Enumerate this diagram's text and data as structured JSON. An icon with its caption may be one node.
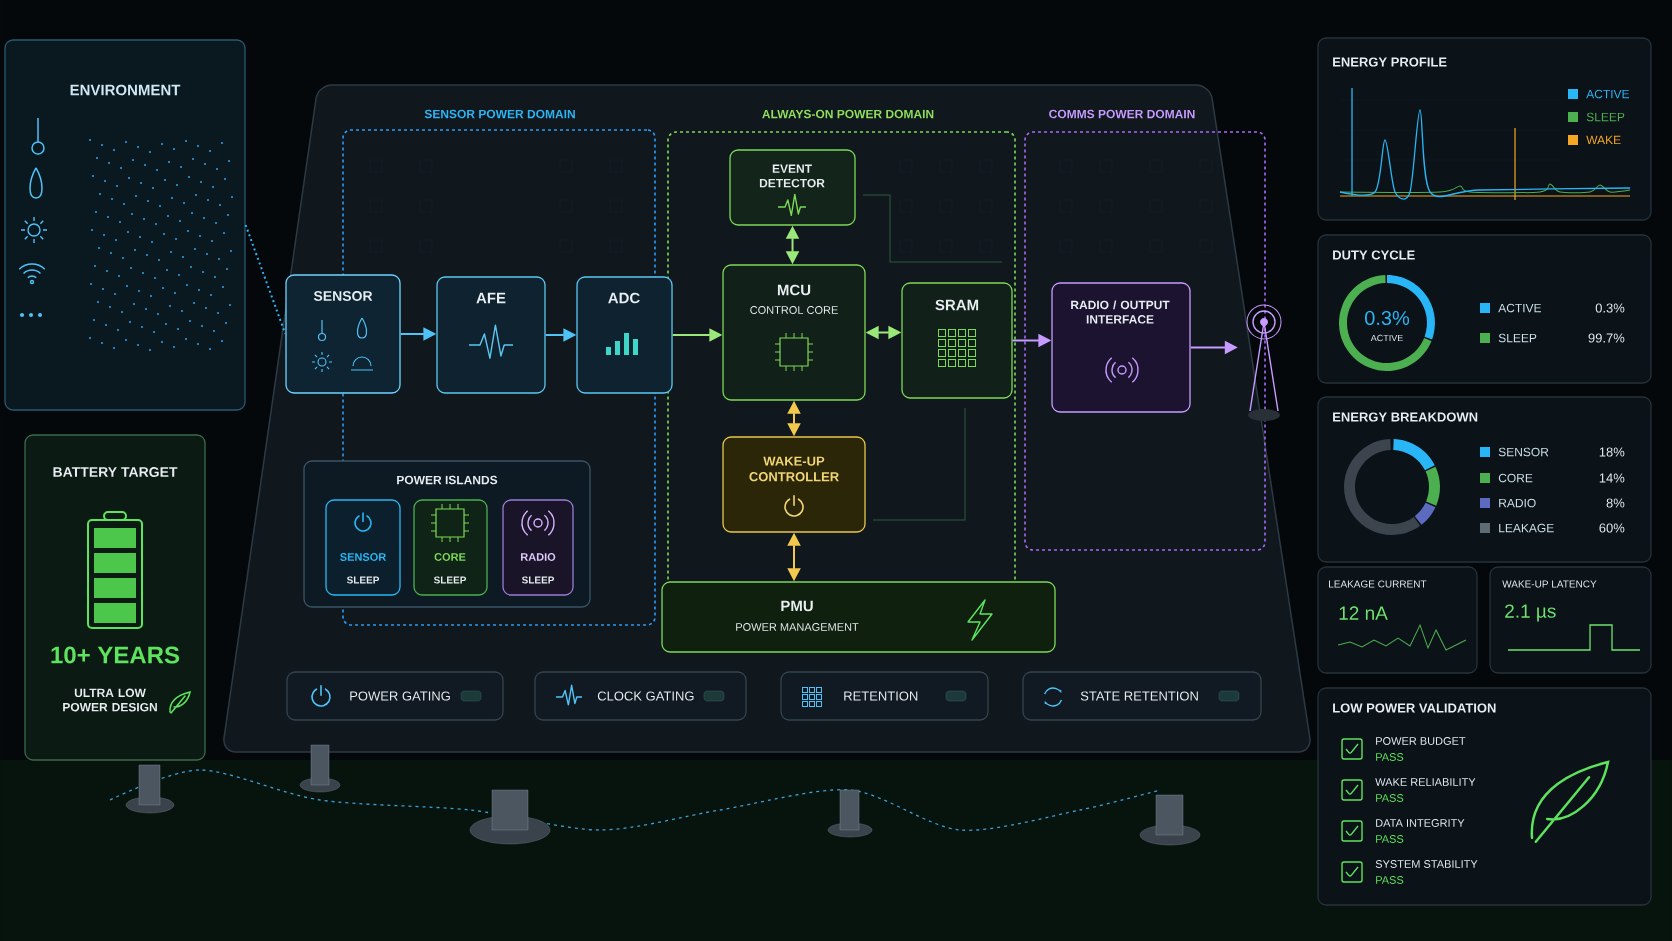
{
  "diagram": {
    "nodes": [
      {
        "text": [
          "ENVIRONMENT"
        ]
      },
      {
        "text": [
          "SENSOR POWER DOMAIN"
        ]
      },
      {
        "text": [
          "ALWAYS-ON POWER DOMAIN"
        ]
      },
      {
        "text": [
          "COMMS POWER DOMAIN"
        ]
      },
      {
        "text": [
          "SENSOR"
        ]
      },
      {
        "text": [
          "AFE"
        ],
        "in": 1
      },
      {
        "text": [
          "ADC"
        ],
        "in": 1
      },
      {
        "text": [
          "POWER ISLANDS"
        ],
        "in": 1
      },
      {
        "text": [
          "SENSOR",
          "SLEEP"
        ],
        "in": 7
      },
      {
        "text": [
          "CORE",
          "SLEEP"
        ],
        "in": 7
      },
      {
        "text": [
          "RADIO",
          "SLEEP"
        ],
        "in": 7
      },
      {
        "text": [
          "EVENT DETECTOR"
        ],
        "in": 2
      },
      {
        "text": [
          "MCU",
          "CONTROL CORE"
        ],
        "in": 2
      },
      {
        "text": [
          "SRAM"
        ],
        "in": 2
      },
      {
        "text": [
          "WAKE-UP CONTROLLER"
        ],
        "in": 2
      },
      {
        "text": [
          "PMU",
          "POWER MANAGEMENT"
        ]
      },
      {
        "text": [
          "RADIO / OUTPUT INTERFACE"
        ],
        "in": 3
      },
      {
        "text": [],
        "shape": "picture"
      },
      {
        "text": [
          "BATTERY TARGET",
          "10+ YEARS",
          "ULTRA LOW POWER DESIGN"
        ]
      },
      {
        "text": [
          "POWER GATING"
        ]
      },
      {
        "text": [
          "CLOCK GATING"
        ]
      },
      {
        "text": [
          "RETENTION"
        ]
      },
      {
        "text": [
          "STATE RETENTION"
        ]
      },
      {
        "text": [
          "ENERGY PROFILE"
        ]
      },
      {
        "text": [
          "DUTY CYCLE",
          "0.3%",
          "ACTIVE"
        ]
      },
      {
        "text": [
          "ENERGY BREAKDOWN"
        ]
      },
      {
        "text": [
          "LEAKAGE CURRENT",
          "12 nA"
        ]
      },
      {
        "text": [
          "WAKE-UP LATENCY",
          "2.1 µs"
        ]
      },
      {
        "text": [
          "LOW POWER VALIDATION",
          "POWER BUDGET",
          "PASS",
          "WAKE RELIABILITY",
          "PASS",
          "DATA INTEGRITY",
          "PASS",
          "SYSTEM STABILITY",
          "PASS"
        ]
      }
    ],
    "edges": [
      {
        "from": 0,
        "to": 4,
        "arrow": "none",
        "style": "dashed",
        "color": "#29b6f6"
      },
      {
        "from": 4,
        "to": 5,
        "arrow": "to",
        "color": "#4fc3f7"
      },
      {
        "from": 5,
        "to": 6,
        "arrow": "to",
        "color": "#4fc3f7"
      },
      {
        "from": 6,
        "to": 12,
        "arrow": "to"
      },
      {
        "from": 11,
        "to": 12,
        "arrow": "both"
      },
      {
        "from": 12,
        "to": 13,
        "arrow": "both"
      },
      {
        "from": 12,
        "to": 14,
        "arrow": "both",
        "color": "#f2c94c"
      },
      {
        "from": 14,
        "to": 15,
        "arrow": "both",
        "color": "#f2c94c"
      },
      {
        "from": 13,
        "to": 16,
        "arrow": "to",
        "color": "#c79bff"
      },
      {
        "from": 16,
        "to": 17,
        "arrow": "to",
        "color": "#c79bff"
      }
    ],
    "labels": [
      "0.3%",
      "99.7%",
      "18%",
      "14%",
      "8%",
      "60%"
    ],
    "legend": [
      {
        "text": "ACTIVE",
        "color": "#29b6f6"
      },
      {
        "text": "SLEEP",
        "color": "#4caf50"
      },
      {
        "text": "WAKE",
        "color": "#f5a623"
      },
      {
        "text": "ACTIVE",
        "color": "#29b6f6"
      },
      {
        "text": "SLEEP",
        "color": "#4caf50"
      },
      {
        "text": "SENSOR",
        "color": "#29b6f6"
      },
      {
        "text": "CORE",
        "color": "#4caf50"
      },
      {
        "text": "RADIO",
        "color": "#5c6bc0"
      },
      {
        "text": "LEAKAGE",
        "color": "#5f6b73"
      }
    ]
  }
}
